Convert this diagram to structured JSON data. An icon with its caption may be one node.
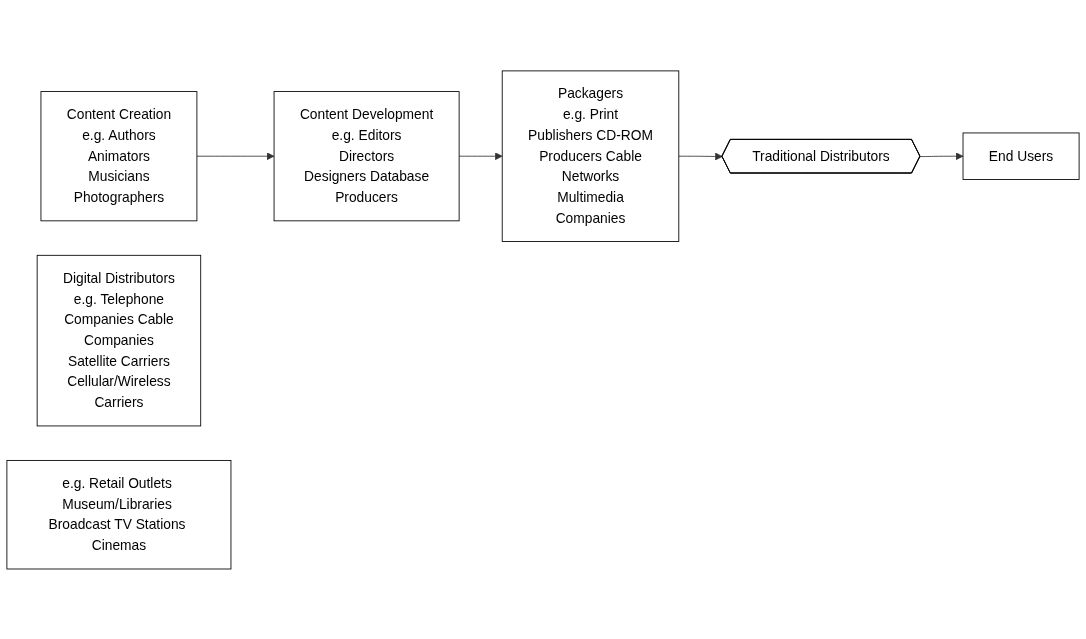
{
  "diagram": {
    "nodes": [
      {
        "text": [
          "Content Creation",
          "e.g. Authors Animators Musicians Photographers"
        ]
      },
      {
        "text": [
          "Content Development",
          "e.g. Editors Directors Designers Database Producers"
        ]
      },
      {
        "text": [
          "Packagers",
          "e.g. Print Publishers CD-ROM Producers Cable Networks Multimedia Companies"
        ]
      },
      {
        "text": [
          "Traditional Distributors"
        ]
      },
      {
        "text": [
          "Digital Distributors",
          "e.g. Telephone Companies Cable Companies Satellite Carriers Cellular/Wireless Carriers"
        ]
      },
      {
        "text": [
          "e.g. Retail Outlets Museum/Libraries Broadcast TV Stations Cinemas"
        ]
      },
      {
        "text": [
          "End Users"
        ]
      }
    ],
    "edges": [
      {
        "from": 0,
        "to": 1,
        "arrow": "to"
      },
      {
        "from": 1,
        "to": 2,
        "arrow": "to"
      },
      {
        "from": 2,
        "to": 3,
        "arrow": "to"
      },
      {
        "from": 3,
        "to": 6,
        "arrow": "to"
      }
    ]
  }
}
